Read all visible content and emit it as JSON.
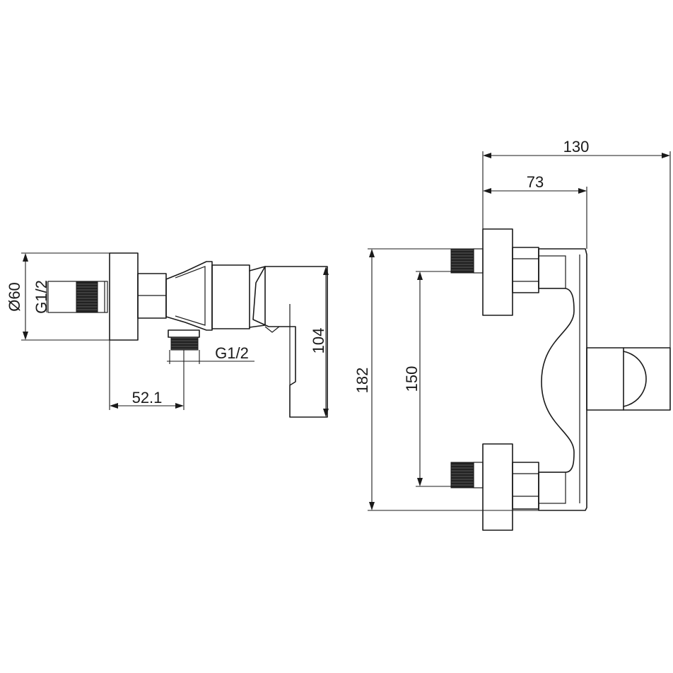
{
  "colors": {
    "line": "#1a1a1a",
    "background": "#ffffff"
  },
  "side_view": {
    "diameter_label": "Ø60",
    "inlet_thread_label": "G1/2",
    "outlet_thread_label": "G1/2",
    "depth_label": "52.1",
    "handle_height_label": "104"
  },
  "front_view": {
    "overall_width_label": "130",
    "inlet_depth_label": "73",
    "overall_height_label": "182",
    "inlet_spacing_label": "150"
  }
}
